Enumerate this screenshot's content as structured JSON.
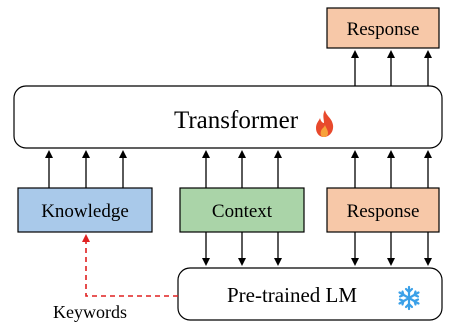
{
  "boxes": {
    "transformer": {
      "label": "Transformer",
      "icon": "fire-icon"
    },
    "knowledge": {
      "label": "Knowledge",
      "fill": "#a9c9ea"
    },
    "context": {
      "label": "Context",
      "fill": "#aad4a8"
    },
    "response_input": {
      "label": "Response",
      "fill": "#f7c8a8"
    },
    "response_output": {
      "label": "Response",
      "fill": "#f7c8a8"
    },
    "pretrained_lm": {
      "label": "Pre-trained LM",
      "icon": "snowflake-icon"
    }
  },
  "annotations": {
    "keywords": "Keywords"
  },
  "colors": {
    "arrow": "#000000",
    "keywords_arrow": "#e02020",
    "fire": "#e8492c",
    "snowflake": "#3aa0e8"
  }
}
